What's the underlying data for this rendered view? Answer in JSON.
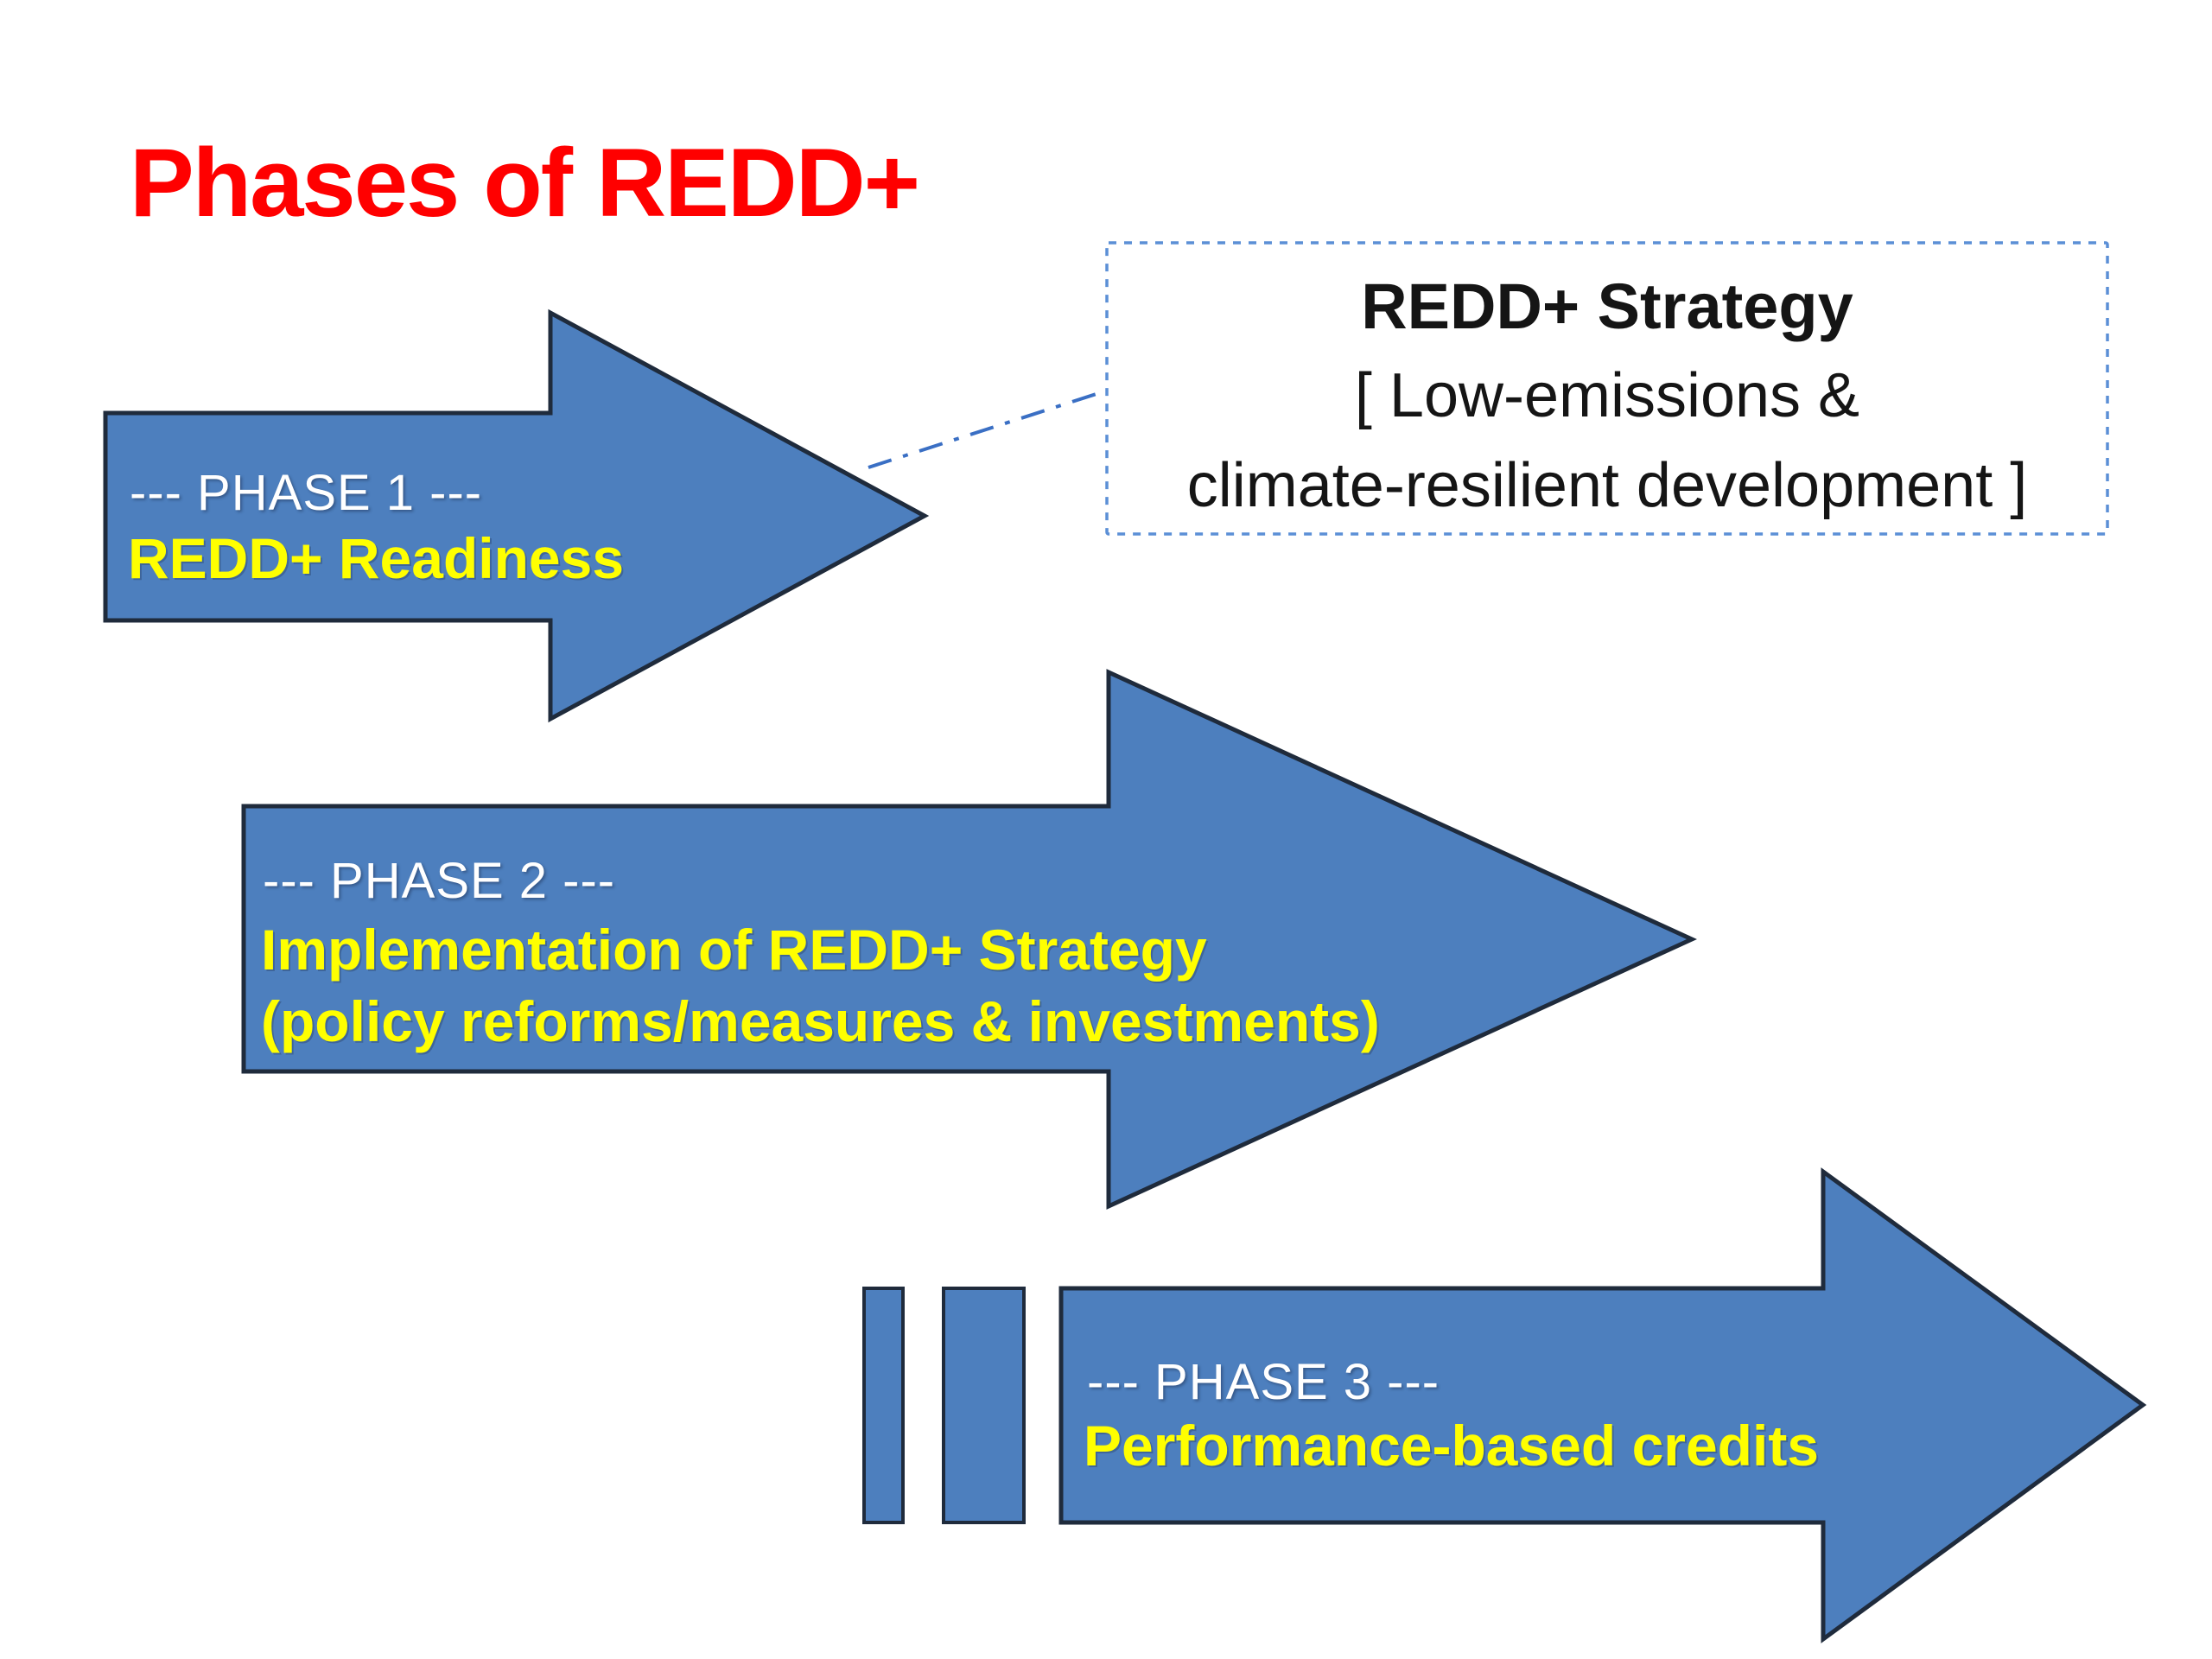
{
  "slide": {
    "title": "Phases of REDD+"
  },
  "strategy_box": {
    "title": "REDD+ Strategy",
    "line2": "[ Low-emissions &",
    "line3": "climate-resilient development ]"
  },
  "phases": [
    {
      "label": "--- PHASE 1 ---",
      "lines": [
        "REDD+ Readiness"
      ]
    },
    {
      "label": "--- PHASE 2 ---",
      "lines": [
        "Implementation of REDD+ Strategy",
        "(policy reforms/measures & investments)"
      ]
    },
    {
      "label": "--- PHASE 3 ---",
      "lines": [
        "Performance-based credits"
      ]
    }
  ],
  "colors": {
    "background": "#ffffff",
    "title": "#ff0000",
    "arrow-fill": "#4d7fbe",
    "arrow-stroke": "#1f2b3c",
    "phase-label": "#ffffff",
    "phase-highlight": "#ffff00",
    "box-border": "#5b8fd6",
    "box-text": "#151515",
    "connector": "#3a6fc4"
  }
}
